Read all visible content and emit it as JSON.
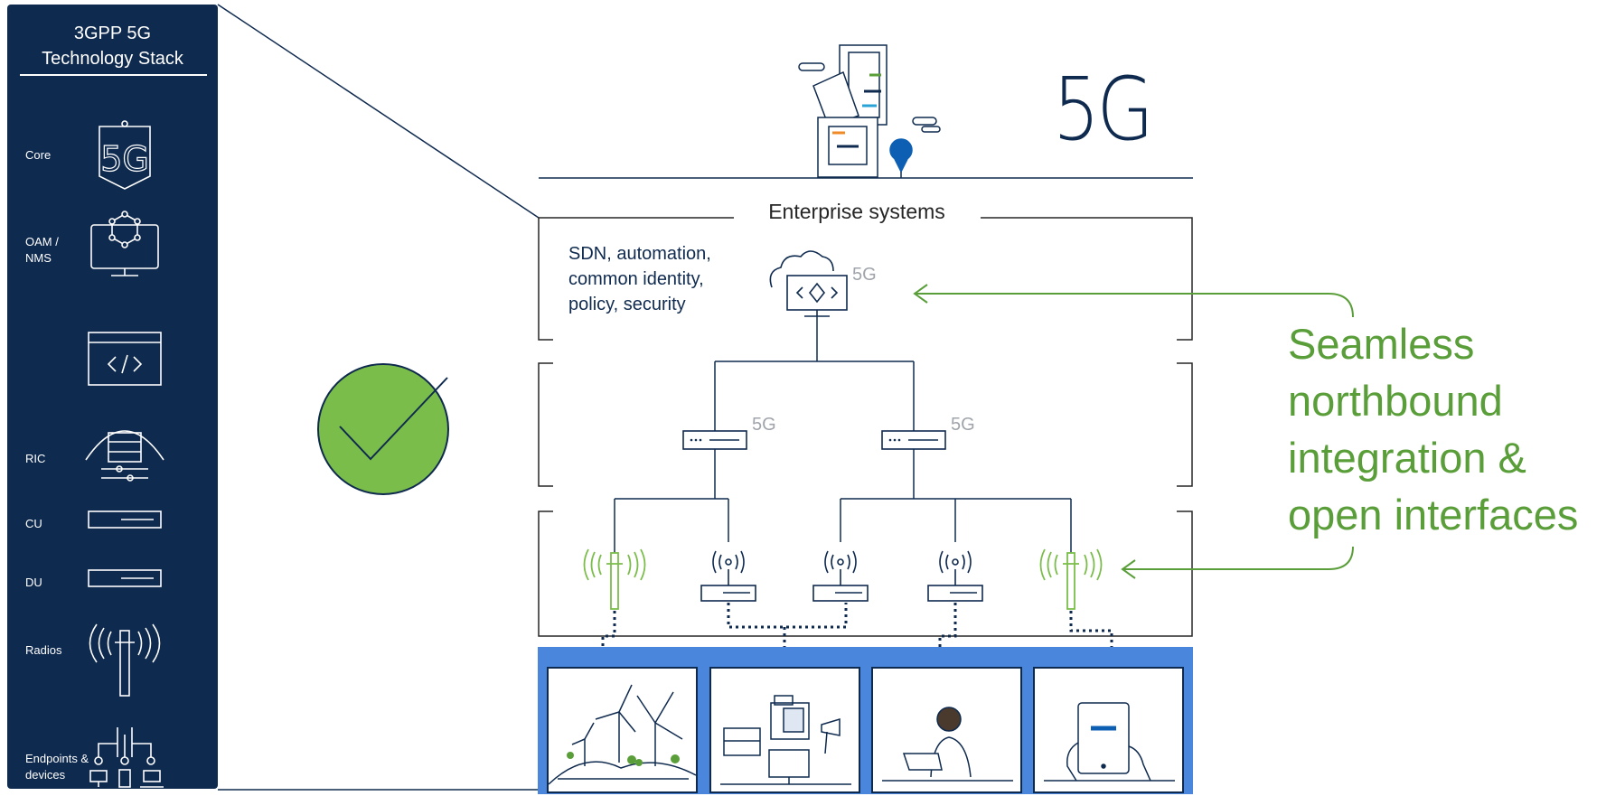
{
  "sidebar": {
    "title_line1": "3GPP 5G",
    "title_line2": "Technology Stack",
    "layers": [
      {
        "label": "Core",
        "icon": "5g-shield-icon"
      },
      {
        "label": "OAM /\nNMS",
        "icon": "network-monitor-icon"
      },
      {
        "label": "",
        "icon": "code-window-icon"
      },
      {
        "label": "RIC",
        "icon": "server-stack-icon"
      },
      {
        "label": "CU",
        "icon": "cu-unit-icon"
      },
      {
        "label": "DU",
        "icon": "du-unit-icon"
      },
      {
        "label": "Radios",
        "icon": "radio-antenna-icon"
      },
      {
        "label": "Endpoints &\ndevices",
        "icon": "endpoint-devices-icon"
      }
    ]
  },
  "header": {
    "brand_5g": "5G"
  },
  "enterprise": {
    "label": "Enterprise systems",
    "note": "SDN, automation,\ncommon identity,\npolicy, security",
    "badge": "5G"
  },
  "network": {
    "cu_badge": "5G",
    "du_badge": "5G"
  },
  "callout": {
    "text": "Seamless\nnorthbound\nintegration &\nopen interfaces",
    "color": "#5a9e3a"
  },
  "endpoints": [
    {
      "name": "wind-turbines-scene"
    },
    {
      "name": "office-devices-scene"
    },
    {
      "name": "laptop-worker-scene"
    },
    {
      "name": "tablet-user-scene"
    }
  ],
  "colors": {
    "navy": "#0f2a4f",
    "green": "#5a9e3a",
    "check_green": "#7bbd4a",
    "endpoint_band": "#4a86dc",
    "grey_badge": "#a0a4ab"
  }
}
